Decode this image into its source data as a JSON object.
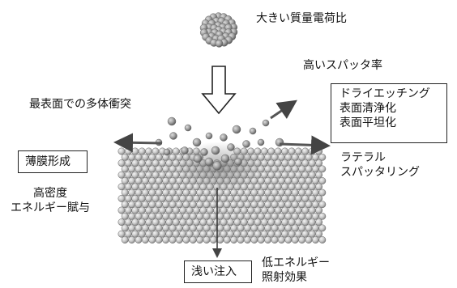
{
  "labels": {
    "cluster_ion": "大きい質量電荷比",
    "high_sputter": "高いスパッタ率",
    "multibody_collision": "最表面での多体衝突",
    "lateral_line1": "ラテラル",
    "lateral_line2": "スパッタリング",
    "high_density_line1": "高密度",
    "high_density_line2": "エネルギー賦与",
    "low_energy_line1": "低エネルギー",
    "low_energy_line2": "照射効果"
  },
  "boxes": {
    "thin_film": "薄膜形成",
    "shallow_implant": "浅い注入",
    "applications": [
      "ドライエッチング",
      "表面清浄化",
      "表面平坦化"
    ]
  },
  "colors": {
    "atom": "#c9c9c9",
    "ion": "#9a9a9a",
    "arrow": "#555555",
    "outline": "#222222"
  }
}
